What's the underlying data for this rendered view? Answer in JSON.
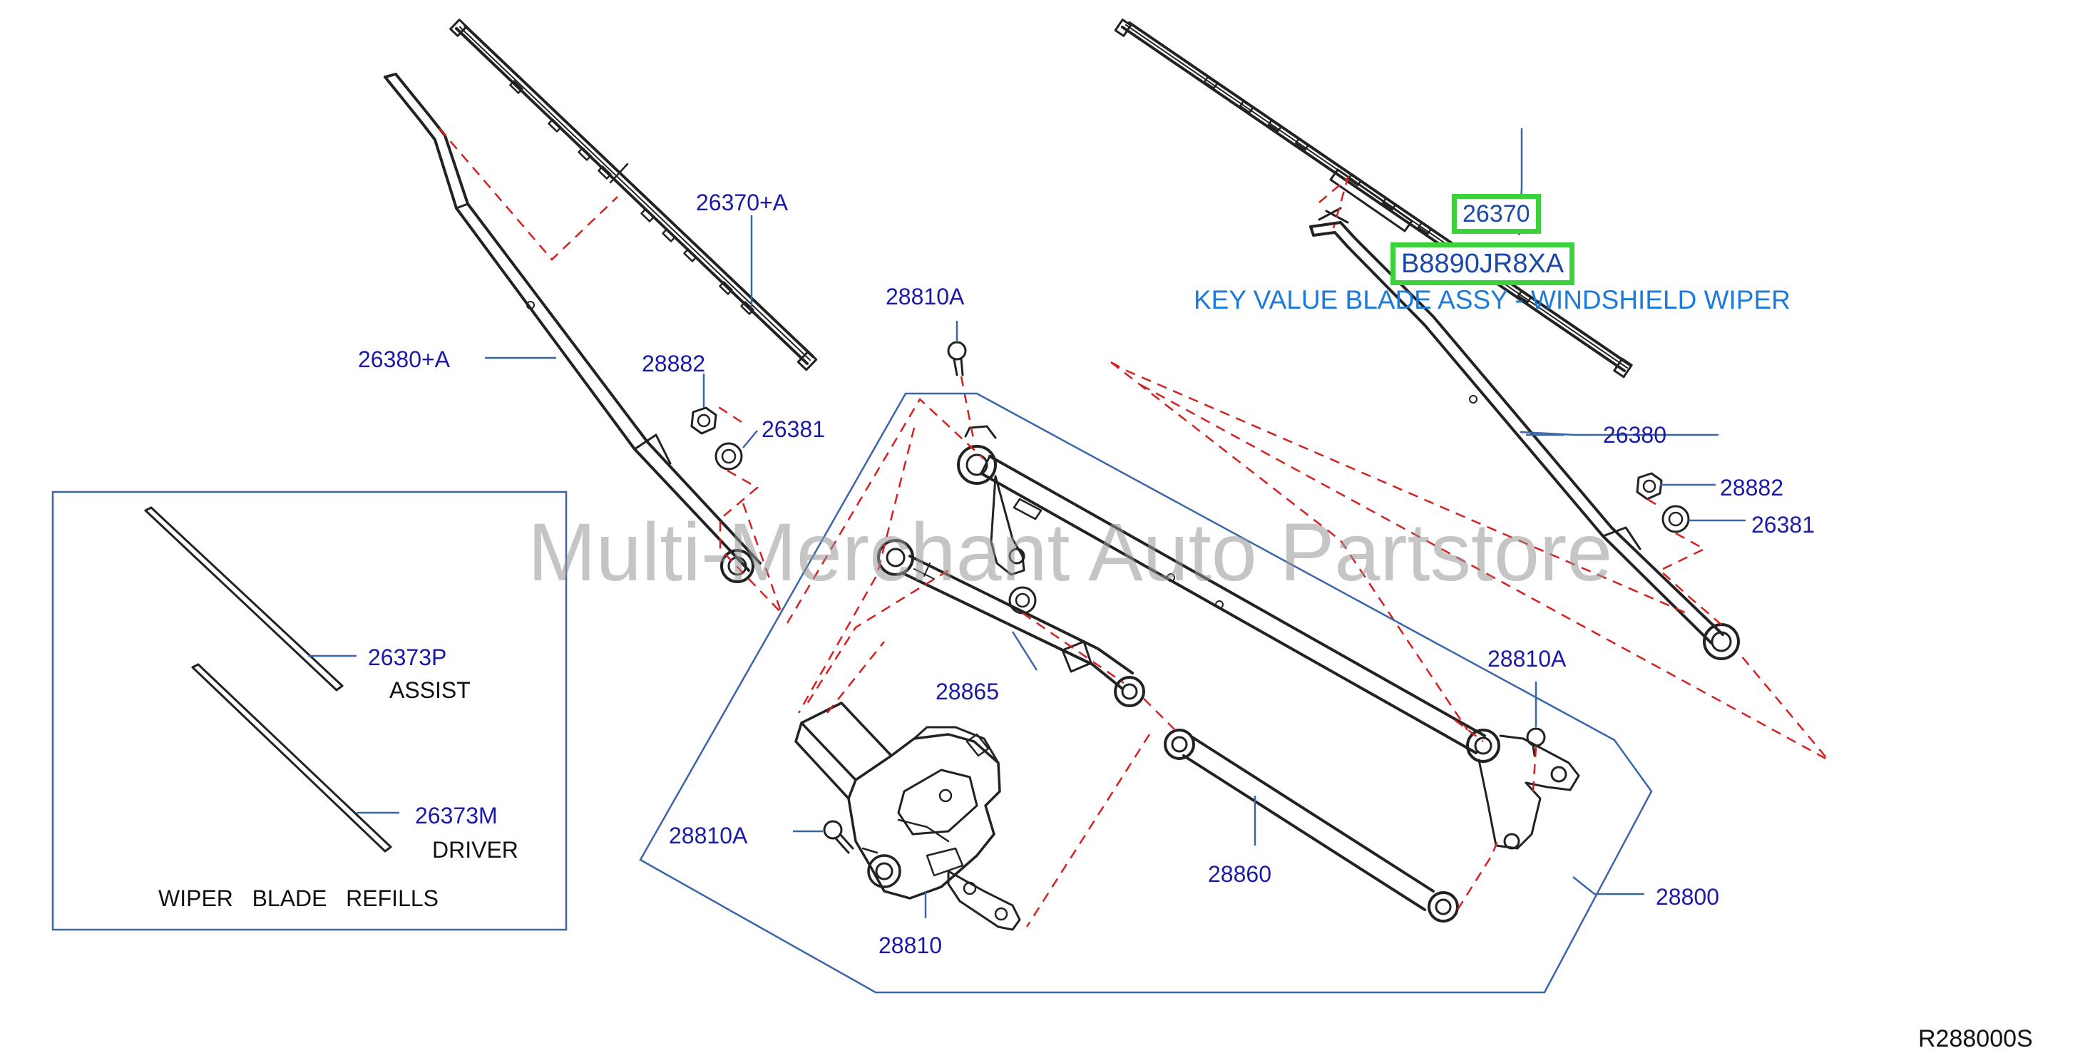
{
  "watermark": "Multi-Merchant Auto Partstore",
  "reference_code": "R288000S",
  "highlight": {
    "part_number": "26370",
    "oem_code": "B8890JR8XA",
    "description": "KEY VALUE BLADE ASSY - WINDSHIELD WIPER"
  },
  "callouts": {
    "c26370a": "26370+A",
    "c26380a": "26380+A",
    "c28882_left": "28882",
    "c26381_left": "26381",
    "c28810a_top": "28810A",
    "c26380": "26380",
    "c28882_right": "28882",
    "c26381_right": "26381",
    "c28810a_right": "28810A",
    "c28865": "28865",
    "c28810a_left": "28810A",
    "c28810": "28810",
    "c28860": "28860",
    "c28800": "28800"
  },
  "refills_box": {
    "assist_part": "26373P",
    "assist_label": "ASSIST",
    "driver_part": "26373M",
    "driver_label": "DRIVER",
    "title": "WIPER   BLADE   REFILLS"
  }
}
